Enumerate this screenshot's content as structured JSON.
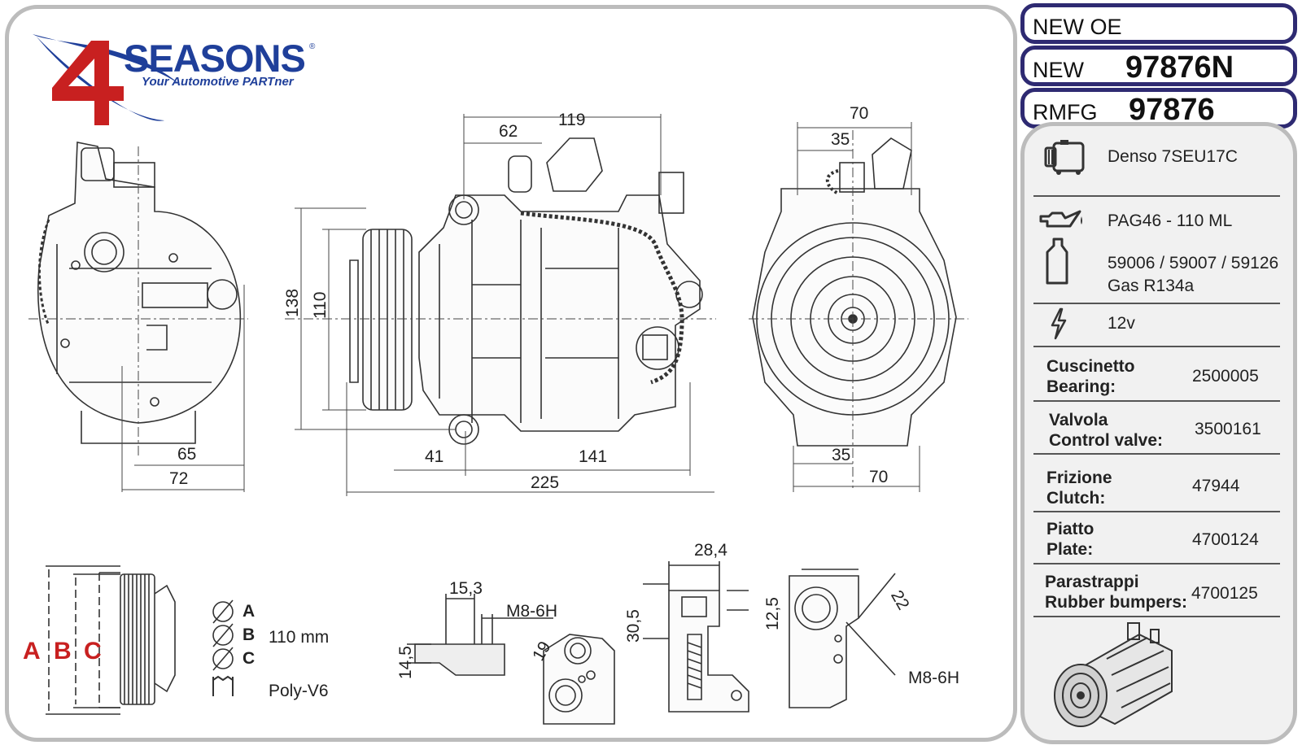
{
  "brand": {
    "name": "SEASONS",
    "registered": "®",
    "tagline": "Your Automotive PARTner",
    "colors": {
      "blue": "#1f3f9a",
      "red": "#c82020"
    }
  },
  "header": {
    "new_oe": "NEW OE",
    "new_label": "NEW",
    "new_number": "97876N",
    "rmfg_label": "RMFG",
    "rmfg_number": "97876"
  },
  "specs": {
    "compressor_model": "Denso 7SEU17C",
    "oil": "PAG46 - 110 ML",
    "oil_refs": "59006 / 59007 / 59126",
    "gas": "Gas R134a",
    "voltage": "12v"
  },
  "parts": [
    {
      "label_it": "Cuscinetto",
      "label_en": "Bearing:",
      "value": "2500005"
    },
    {
      "label_it": "Valvola",
      "label_en": "Control valve:",
      "value": "3500161"
    },
    {
      "label_it": "Frizione",
      "label_en": "Clutch:",
      "value": "47944"
    },
    {
      "label_it": "Piatto",
      "label_en": "Plate:",
      "value": "4700124"
    },
    {
      "label_it": "Parastrappi",
      "label_en": "Rubber bumpers:",
      "value": "4700125"
    }
  ],
  "dimensions": {
    "d65": "65",
    "d72": "72",
    "d62": "62",
    "d119": "119",
    "d138": "138",
    "d110": "110",
    "d41": "41",
    "d141": "141",
    "d225": "225",
    "d70_top": "70",
    "d35_top": "35",
    "d35_bot": "35",
    "d70_bot": "70",
    "d15_3": "15,3",
    "d14_5": "14,5",
    "m8_left": "M8-6H",
    "d19": "19",
    "d28_4": "28,4",
    "d30_5": "30,5",
    "d12_5": "12,5",
    "d22": "22",
    "m8_right": "M8-6H"
  },
  "pulley": {
    "a": "A",
    "b": "B",
    "c": "C",
    "sym_a": "A",
    "sym_b": "B",
    "sym_c": "C",
    "diameter": "110 mm",
    "belt": "Poly-V6"
  }
}
